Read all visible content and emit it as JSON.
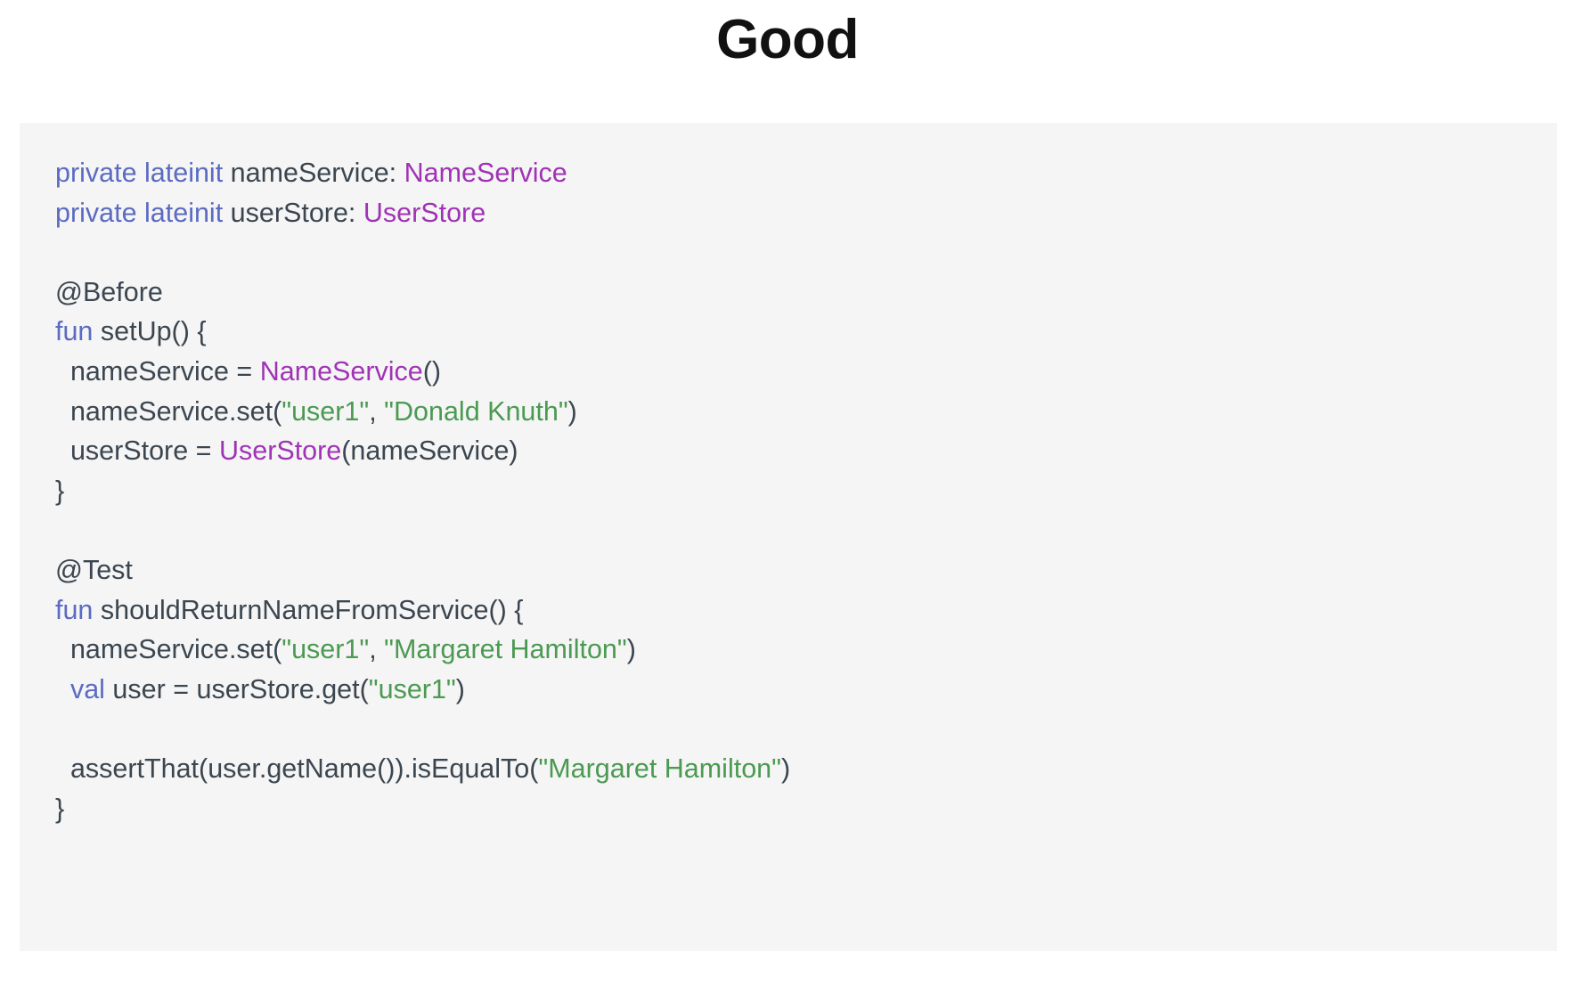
{
  "title": "Good",
  "colors": {
    "page_background": "#ffffff",
    "code_background": "#f5f5f5",
    "title_text": "#111111",
    "plain_text": "#3b4650",
    "keyword": "#5c6bc2",
    "type": "#a033b5",
    "string": "#4b9a52"
  },
  "code": {
    "language": "kotlin",
    "lines": [
      {
        "id": "line-1",
        "text": "private lateinit nameService: NameService",
        "tokens": [
          {
            "t": "private lateinit ",
            "c": "keyword"
          },
          {
            "t": "nameService: ",
            "c": "plain"
          },
          {
            "t": "NameService",
            "c": "type"
          }
        ]
      },
      {
        "id": "line-2",
        "text": "private lateinit userStore: UserStore",
        "tokens": [
          {
            "t": "private lateinit ",
            "c": "keyword"
          },
          {
            "t": "userStore: ",
            "c": "plain"
          },
          {
            "t": "UserStore",
            "c": "type"
          }
        ]
      },
      {
        "id": "line-3",
        "text": "",
        "tokens": []
      },
      {
        "id": "line-4",
        "text": "@Before",
        "tokens": [
          {
            "t": "@Before",
            "c": "anno"
          }
        ]
      },
      {
        "id": "line-5",
        "text": "fun setUp() {",
        "tokens": [
          {
            "t": "fun",
            "c": "keyword"
          },
          {
            "t": " setUp() {",
            "c": "plain"
          }
        ]
      },
      {
        "id": "line-6",
        "text": "  nameService = NameService()",
        "tokens": [
          {
            "t": "  nameService = ",
            "c": "plain"
          },
          {
            "t": "NameService",
            "c": "type"
          },
          {
            "t": "()",
            "c": "plain"
          }
        ]
      },
      {
        "id": "line-7",
        "text": "  nameService.set(\"user1\", \"Donald Knuth\")",
        "tokens": [
          {
            "t": "  nameService.set(",
            "c": "plain"
          },
          {
            "t": "\"user1\"",
            "c": "string"
          },
          {
            "t": ", ",
            "c": "plain"
          },
          {
            "t": "\"Donald Knuth\"",
            "c": "string"
          },
          {
            "t": ")",
            "c": "plain"
          }
        ]
      },
      {
        "id": "line-8",
        "text": "  userStore = UserStore(nameService)",
        "tokens": [
          {
            "t": "  userStore = ",
            "c": "plain"
          },
          {
            "t": "UserStore",
            "c": "type"
          },
          {
            "t": "(nameService)",
            "c": "plain"
          }
        ]
      },
      {
        "id": "line-9",
        "text": "}",
        "tokens": [
          {
            "t": "}",
            "c": "plain"
          }
        ]
      },
      {
        "id": "line-10",
        "text": "",
        "tokens": []
      },
      {
        "id": "line-11",
        "text": "@Test",
        "tokens": [
          {
            "t": "@Test",
            "c": "anno"
          }
        ]
      },
      {
        "id": "line-12",
        "text": "fun shouldReturnNameFromService() {",
        "tokens": [
          {
            "t": "fun",
            "c": "keyword"
          },
          {
            "t": " shouldReturnNameFromService() {",
            "c": "plain"
          }
        ]
      },
      {
        "id": "line-13",
        "text": "  nameService.set(\"user1\", \"Margaret Hamilton\")",
        "tokens": [
          {
            "t": "  nameService.set(",
            "c": "plain"
          },
          {
            "t": "\"user1\"",
            "c": "string"
          },
          {
            "t": ", ",
            "c": "plain"
          },
          {
            "t": "\"Margaret Hamilton\"",
            "c": "string"
          },
          {
            "t": ")",
            "c": "plain"
          }
        ]
      },
      {
        "id": "line-14",
        "text": "  val user = userStore.get(\"user1\")",
        "tokens": [
          {
            "t": "  ",
            "c": "plain"
          },
          {
            "t": "val",
            "c": "keyword"
          },
          {
            "t": " user = userStore.get(",
            "c": "plain"
          },
          {
            "t": "\"user1\"",
            "c": "string"
          },
          {
            "t": ")",
            "c": "plain"
          }
        ]
      },
      {
        "id": "line-15",
        "text": "",
        "tokens": []
      },
      {
        "id": "line-16",
        "text": "  assertThat(user.getName()).isEqualTo(\"Margaret Hamilton\")",
        "tokens": [
          {
            "t": "  assertThat(user.getName()).isEqualTo(",
            "c": "plain"
          },
          {
            "t": "\"Margaret Hamilton\"",
            "c": "string"
          },
          {
            "t": ")",
            "c": "plain"
          }
        ]
      },
      {
        "id": "line-17",
        "text": "}",
        "tokens": [
          {
            "t": "}",
            "c": "plain"
          }
        ]
      }
    ]
  }
}
